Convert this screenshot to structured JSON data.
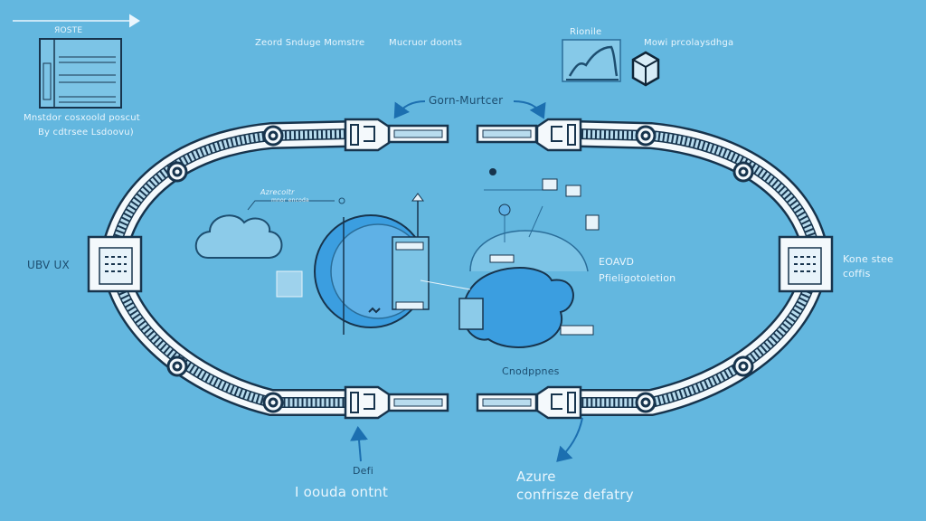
{
  "top_left": {
    "panel_title": "ЯОSTE",
    "caption_line1": "Mnstdor cosxoold poscut",
    "caption_line2": "By cdtrsee Lsdoovu)"
  },
  "top_labels": {
    "label1": "Zeord Snduge Momstre",
    "label2": "Mucruor doonts",
    "chart_title": "Rionile",
    "cube_label": "Mowi prcolaysdhga"
  },
  "center_top": {
    "label": "Gorn-Murtcer"
  },
  "left_node": {
    "label": "UBV UX"
  },
  "right_node": {
    "label_line1": "Kone stee",
    "label_line2": "coffis"
  },
  "cloud_note": {
    "line1": "Azrecoltr",
    "line2": "mnor encoda"
  },
  "right_cluster": {
    "label_line1": "EOAVD",
    "label_line2": "Pfieligotoletion",
    "bottom_label": "Cnodppnes"
  },
  "bottom_left": {
    "label_small": "Defi",
    "label_big": "I oouda ontnt"
  },
  "bottom_right": {
    "label_line1": "Azure",
    "label_line2": "confrisze defatry"
  },
  "colors": {
    "background": "#63b7df",
    "outline": "#17344d",
    "fill_white": "#f4f9fc",
    "accent_blue": "#2f8fd0",
    "arrow": "#1c6fb0"
  }
}
